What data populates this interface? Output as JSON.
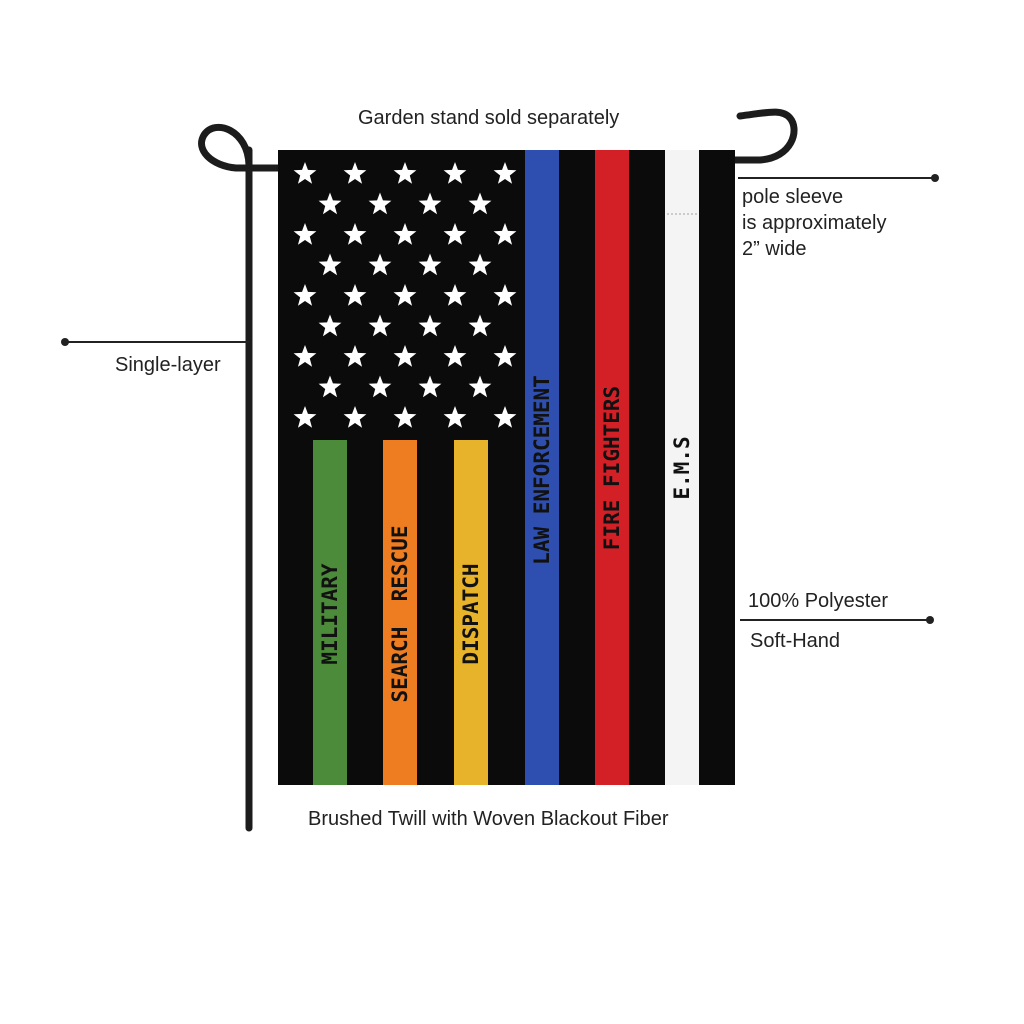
{
  "callouts": {
    "stand": "Garden stand sold separately",
    "sleeve_line1": "pole sleeve",
    "sleeve_line2": "is approximately",
    "sleeve_line3": "2” wide",
    "layer": "Single-layer",
    "material": "100% Polyester",
    "hand": "Soft-Hand",
    "fabric": "Brushed Twill with Woven Blackout Fiber"
  },
  "flag": {
    "background_color": "#0b0b0b",
    "star_color": "#ffffff",
    "stripes": [
      {
        "label": "MILITARY",
        "color": "#4c8b3a"
      },
      {
        "label": "SEARCH  RESCUE",
        "color": "#ee7d22"
      },
      {
        "label": "DISPATCH",
        "color": "#e7b32a"
      },
      {
        "label": "LAW ENFORCEMENT",
        "color": "#2f4fb0"
      },
      {
        "label": "FIRE FIGHTERS",
        "color": "#d32027"
      },
      {
        "label": "E.M.S",
        "color": "#f4f4f4"
      }
    ]
  },
  "stand_color": "#1c1c1c"
}
